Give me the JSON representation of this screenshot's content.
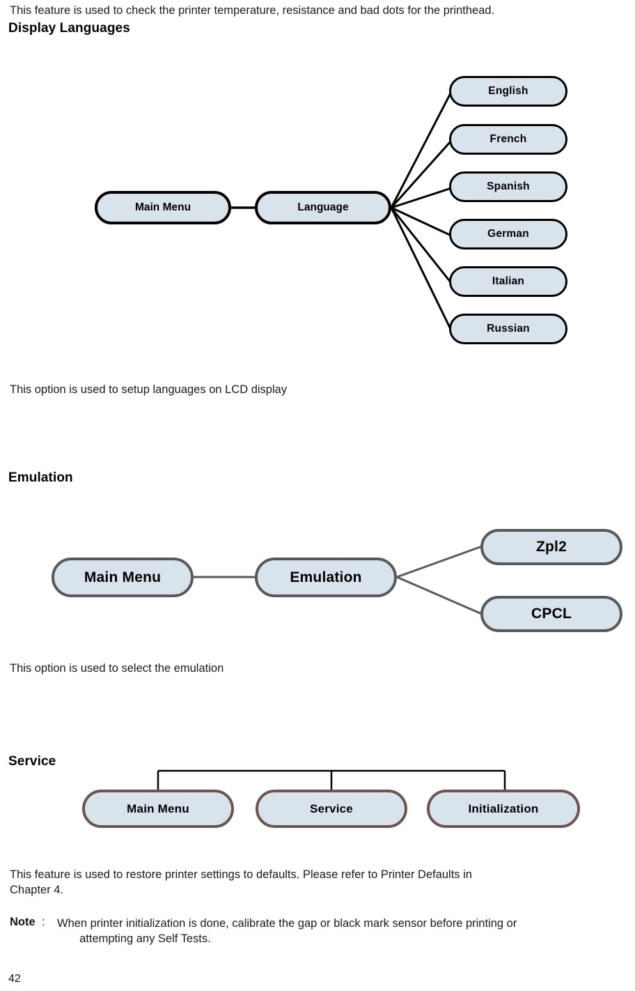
{
  "document": {
    "page_number": "42",
    "intro_text": "This feature is used to check the printer temperature, resistance and bad dots for the printhead."
  },
  "sections": {
    "display_languages": {
      "heading": "Display Languages",
      "caption": "This option is used to setup languages on LCD display",
      "diagram": {
        "root": "Main Menu",
        "parent": "Language",
        "children": [
          "English",
          "French",
          "Spanish",
          "German",
          "Italian",
          "Russian"
        ],
        "node_fill": "#d9e3ec",
        "node_border": "#000000"
      }
    },
    "emulation": {
      "heading": "Emulation",
      "caption": "This option is used to select the emulation",
      "diagram": {
        "root": "Main Menu",
        "parent": "Emulation",
        "children": [
          "Zpl2",
          "CPCL"
        ],
        "node_fill": "#d9e3ec",
        "node_border": "#58595b"
      }
    },
    "service": {
      "heading": "Service",
      "diagram": {
        "nodes": [
          "Main Menu",
          "Service",
          "Initialization"
        ],
        "node_fill": "#d9e3ec",
        "node_border": "#6b5550"
      },
      "description": "This feature is used to restore printer settings to defaults. Please refer to Printer Defaults in\nChapter 4.",
      "note_label": "Note",
      "note_separator": ":",
      "note_text": "When printer initialization is done, calibrate the gap or black mark sensor before printing or\n       attempting any Self Tests."
    }
  }
}
